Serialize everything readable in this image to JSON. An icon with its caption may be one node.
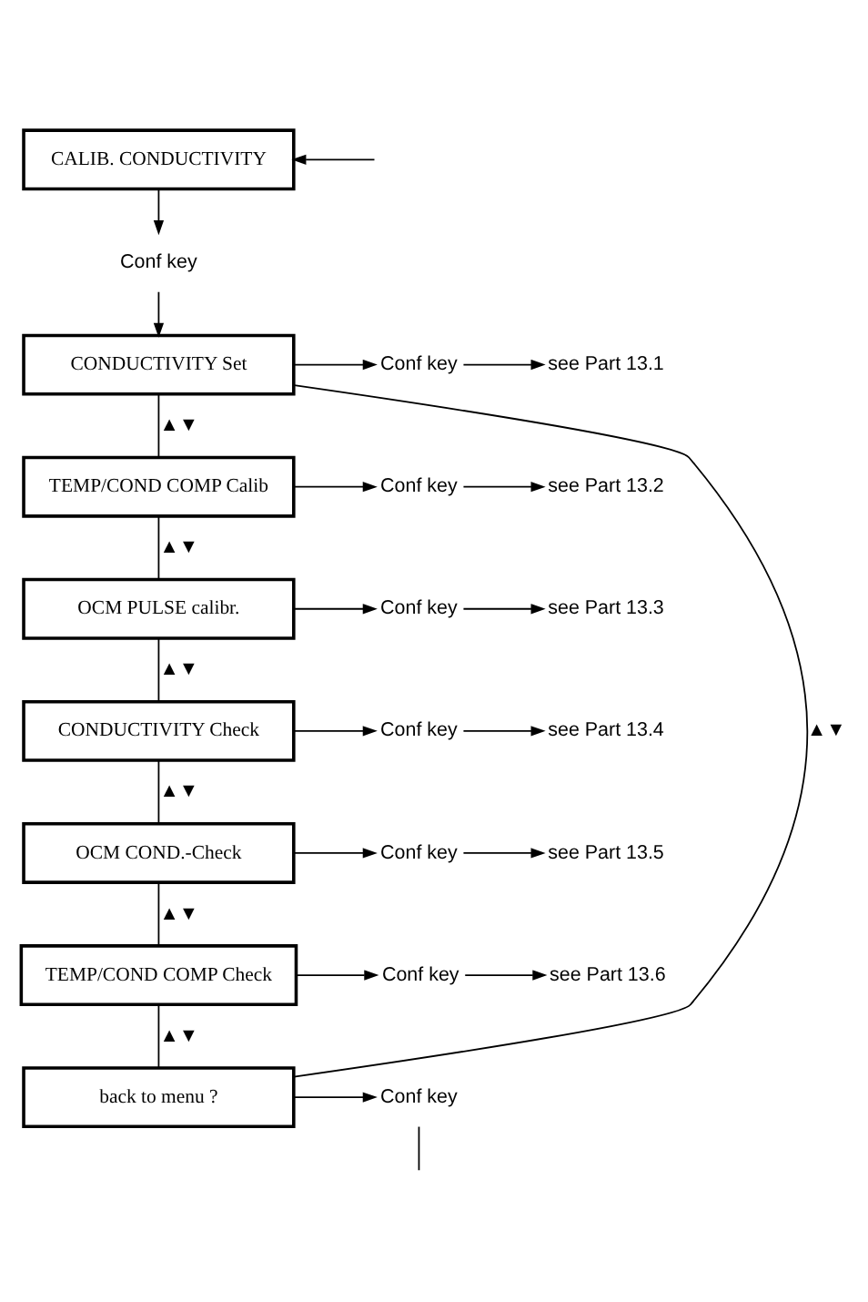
{
  "diagram": {
    "nodes": [
      {
        "text": [
          "CALIB. CONDUCTIVITY"
        ]
      },
      {
        "text": [
          "Conf key"
        ]
      },
      {
        "text": [
          "CONDUCTIVITY Set"
        ]
      },
      {
        "text": [
          "Conf key"
        ]
      },
      {
        "text": [
          "see Part 13.1"
        ]
      },
      {
        "text": [
          "TEMP/COND COMP Calib"
        ]
      },
      {
        "text": [
          "Conf key"
        ]
      },
      {
        "text": [
          "see Part 13.2"
        ]
      },
      {
        "text": [
          "OCM PULSE calibr."
        ]
      },
      {
        "text": [
          "Conf key"
        ]
      },
      {
        "text": [
          "see Part 13.3"
        ]
      },
      {
        "text": [
          "CONDUCTIVITY Check"
        ]
      },
      {
        "text": [
          "Conf key"
        ]
      },
      {
        "text": [
          "see Part 13.4"
        ]
      },
      {
        "text": [
          "OCM COND.-Check"
        ]
      },
      {
        "text": [
          "Conf key"
        ]
      },
      {
        "text": [
          "see Part 13.5"
        ]
      },
      {
        "text": [
          "TEMP/COND COMP Check"
        ]
      },
      {
        "text": [
          "Conf key"
        ]
      },
      {
        "text": [
          "see Part 13.6"
        ]
      },
      {
        "text": [
          "back to menu ?"
        ]
      },
      {
        "text": [
          "Conf key"
        ]
      }
    ],
    "edges": [
      {
        "from": 0,
        "to": 1,
        "arrow": "to"
      },
      {
        "from": 1,
        "to": 2,
        "arrow": "to"
      },
      {
        "from": 2,
        "to": 3,
        "arrow": "to"
      },
      {
        "from": 3,
        "to": 4,
        "arrow": "to"
      },
      {
        "from": 2,
        "to": 5,
        "arrow": "none",
        "label": "▲▼"
      },
      {
        "from": 5,
        "to": 6,
        "arrow": "to"
      },
      {
        "from": 6,
        "to": 7,
        "arrow": "to"
      },
      {
        "from": 5,
        "to": 8,
        "arrow": "none",
        "label": "▲▼"
      },
      {
        "from": 8,
        "to": 9,
        "arrow": "to"
      },
      {
        "from": 9,
        "to": 10,
        "arrow": "to"
      },
      {
        "from": 8,
        "to": 11,
        "arrow": "none",
        "label": "▲▼"
      },
      {
        "from": 11,
        "to": 12,
        "arrow": "to"
      },
      {
        "from": 12,
        "to": 13,
        "arrow": "to"
      },
      {
        "from": 11,
        "to": 14,
        "arrow": "none",
        "label": "▲▼"
      },
      {
        "from": 14,
        "to": 15,
        "arrow": "to"
      },
      {
        "from": 15,
        "to": 16,
        "arrow": "to"
      },
      {
        "from": 14,
        "to": 17,
        "arrow": "none",
        "label": "▲▼"
      },
      {
        "from": 17,
        "to": 18,
        "arrow": "to"
      },
      {
        "from": 18,
        "to": 19,
        "arrow": "to"
      },
      {
        "from": 17,
        "to": 20,
        "arrow": "none",
        "label": "▲▼"
      },
      {
        "from": 20,
        "to": 21,
        "arrow": "to"
      },
      {
        "from": 20,
        "to": 2,
        "arrow": "none",
        "label": "▲▼"
      },
      {
        "from": 21,
        "to": null,
        "arrow": "none"
      },
      {
        "from": null,
        "to": 0,
        "arrow": "to"
      }
    ]
  }
}
